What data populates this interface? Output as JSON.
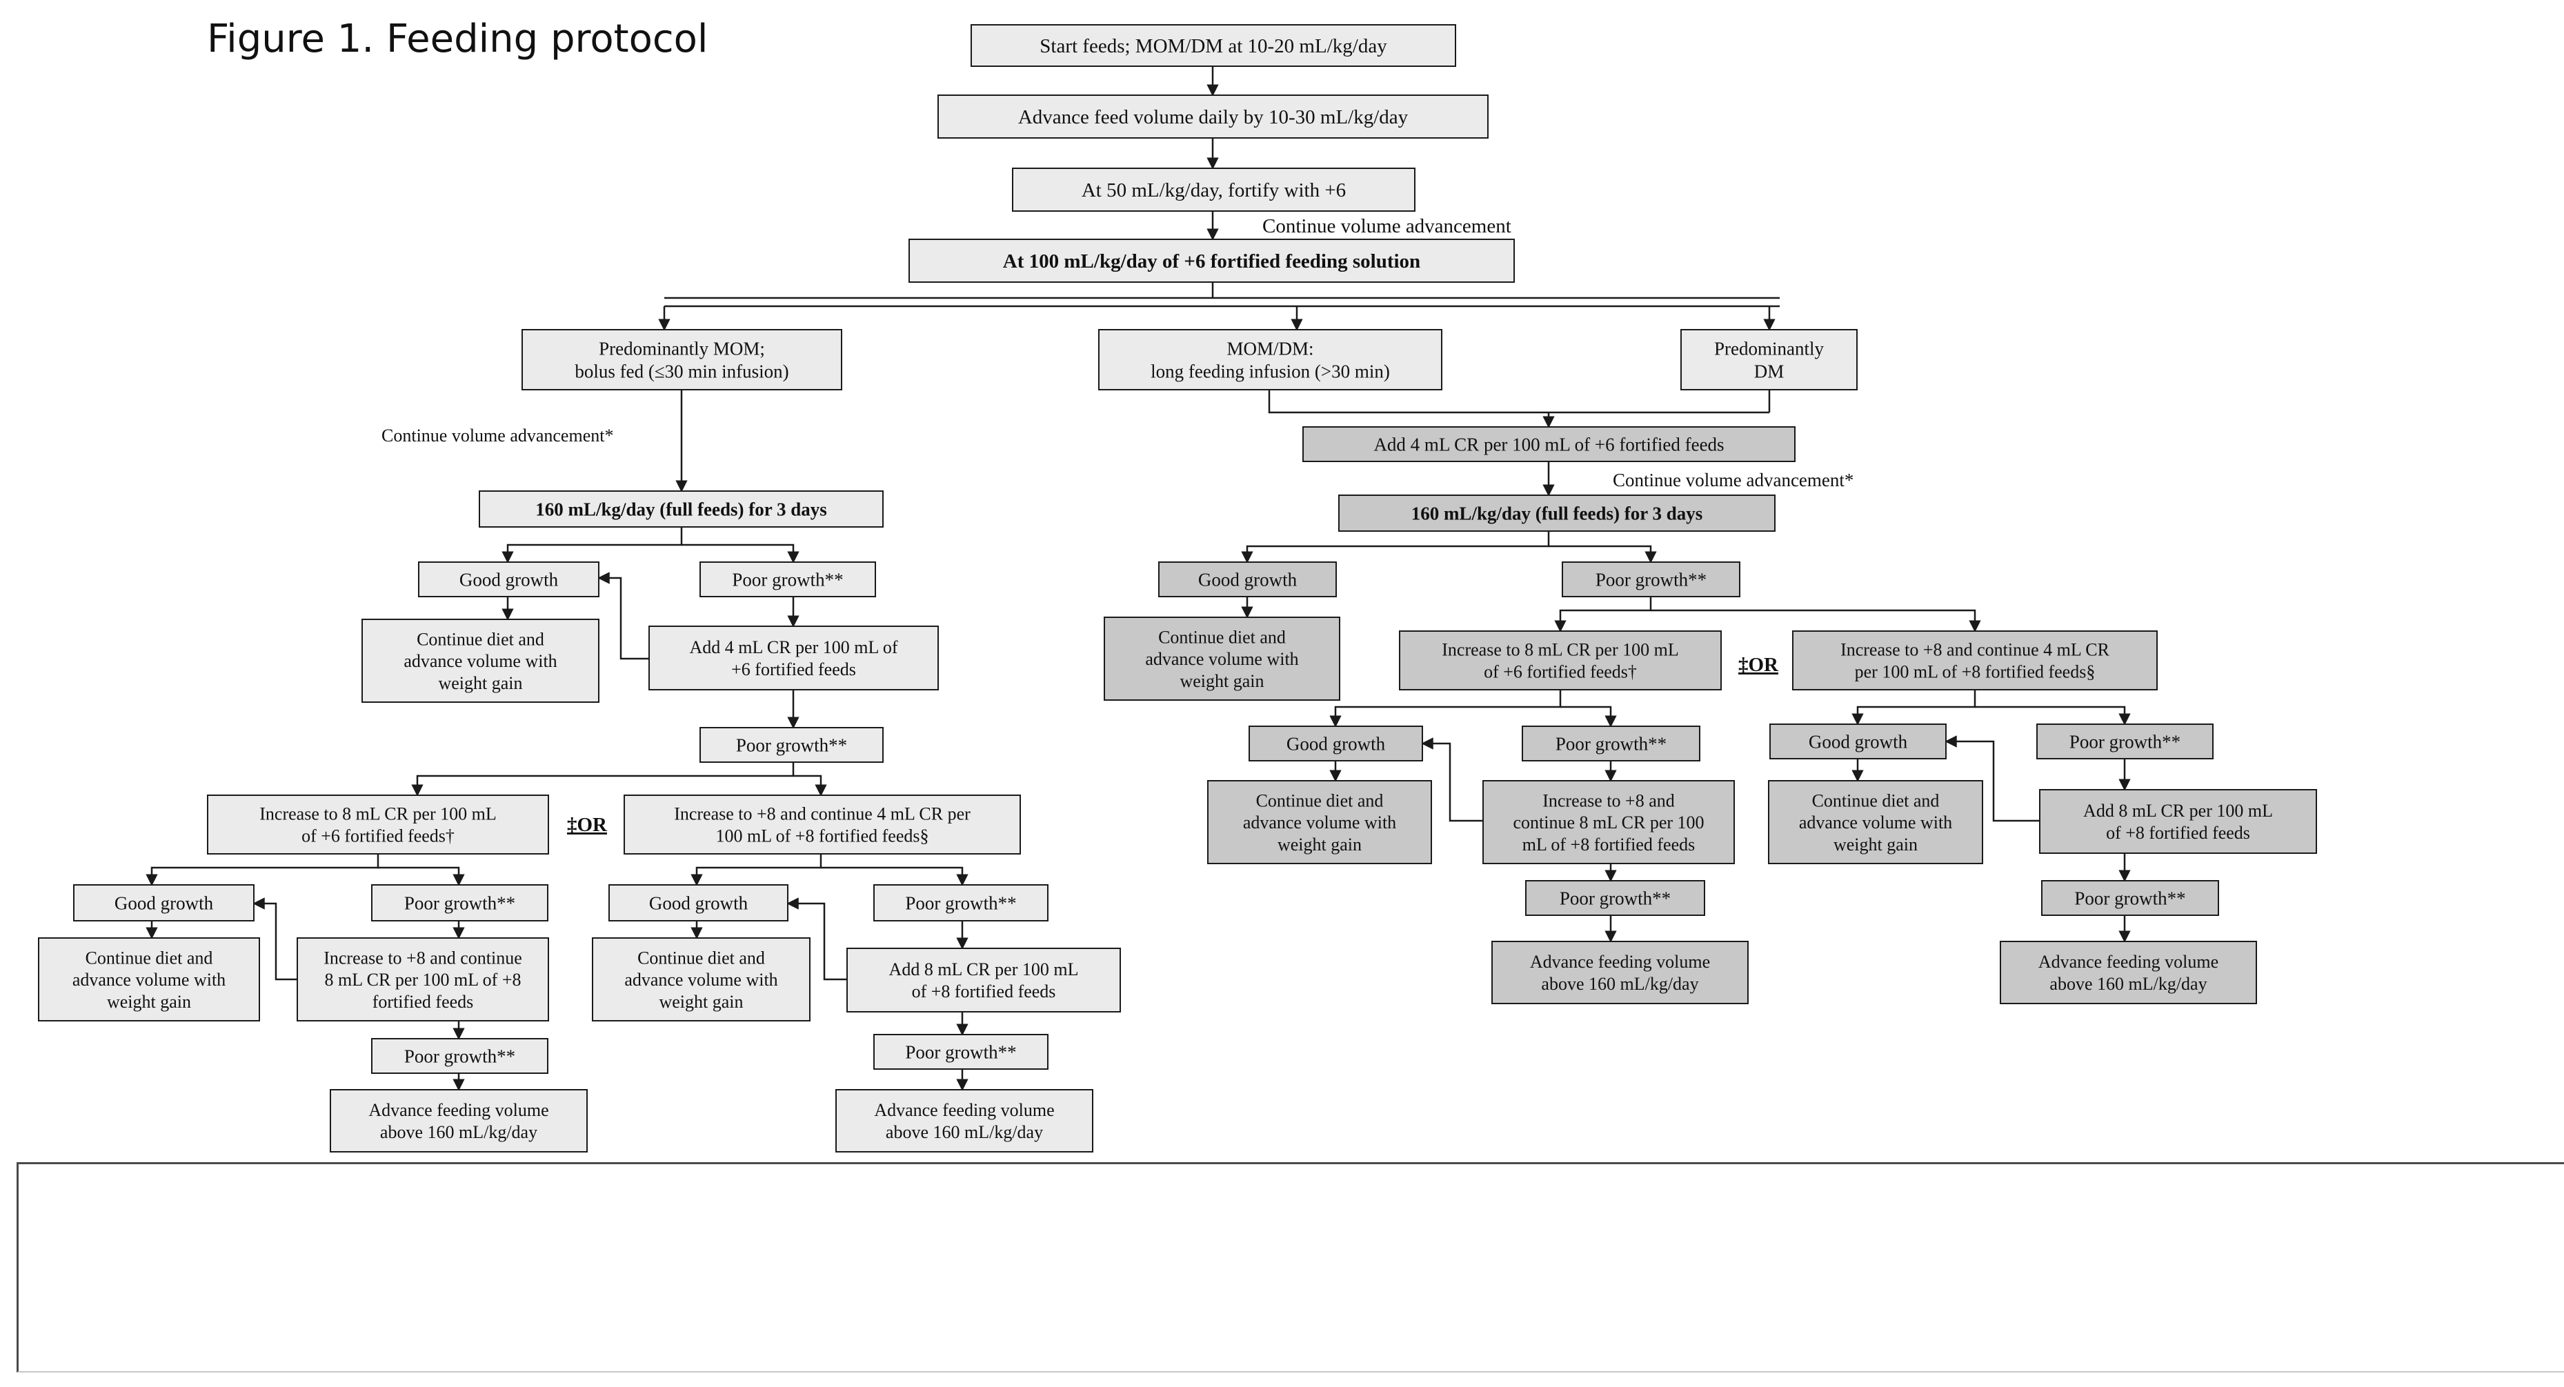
{
  "figure_title": "Figure 1. Feeding protocol",
  "nodes": {
    "start": [
      "Start feeds; MOM/DM at 10-20 mL/kg/day"
    ],
    "advance": [
      "Advance feed volume daily by 10-30 mL/kg/day"
    ],
    "fortify6": [
      "At 50 mL/kg/day, fortify with +6"
    ],
    "at100": [
      "At 100 mL/kg/day of +6 fortified feeding solution"
    ],
    "pred_mom": [
      "Predominantly MOM;",
      "bolus fed (≤30 min infusion)"
    ],
    "mom_dm_long": [
      "MOM/DM:",
      "long feeding infusion (>30 min)"
    ],
    "pred_dm": [
      "Predominantly",
      "DM"
    ],
    "add4_right": [
      "Add 4 mL CR per 100 mL of +6 fortified feeds"
    ],
    "full_left": [
      "160 mL/kg/day (full feeds) for 3 days"
    ],
    "full_right": [
      "160 mL/kg/day (full feeds) for 3 days"
    ],
    "l_good1": [
      "Good growth"
    ],
    "l_poor1": [
      "Poor growth**"
    ],
    "l_cont1": [
      "Continue diet and",
      "advance volume with",
      "weight gain"
    ],
    "l_add4": [
      "Add 4 mL CR per 100 mL of",
      "+6 fortified feeds"
    ],
    "l_poor2": [
      "Poor growth**"
    ],
    "l_inc8cr": [
      "Increase to 8 mL CR per 100 mL",
      "of +6 fortified feeds†"
    ],
    "l_inc8fort": [
      "Increase to +8 and continue 4 mL CR per",
      "100 mL of +8 fortified feeds§"
    ],
    "l_good2": [
      "Good growth"
    ],
    "l_poor3": [
      "Poor growth**"
    ],
    "l_good3": [
      "Good growth"
    ],
    "l_poor4": [
      "Poor growth**"
    ],
    "l_cont2": [
      "Continue diet and",
      "advance volume with",
      "weight gain"
    ],
    "l_inc8cont8": [
      "Increase to +8 and continue",
      "8 mL CR per 100 mL of +8",
      "fortified feeds"
    ],
    "l_cont3": [
      "Continue diet and",
      "advance volume with",
      "weight gain"
    ],
    "l_add8": [
      "Add 8 mL CR per 100 mL",
      "of +8 fortified feeds"
    ],
    "l_poor5": [
      "Poor growth**"
    ],
    "l_poor6": [
      "Poor growth**"
    ],
    "l_adv1": [
      "Advance feeding volume",
      "above 160 mL/kg/day"
    ],
    "l_adv2": [
      "Advance feeding volume",
      "above 160 mL/kg/day"
    ],
    "r_good1": [
      "Good growth"
    ],
    "r_poor1": [
      "Poor growth**"
    ],
    "r_cont1": [
      "Continue diet and",
      "advance volume with",
      "weight gain"
    ],
    "r_inc8cr": [
      "Increase to 8 mL CR per 100 mL",
      "of +6 fortified feeds†"
    ],
    "r_inc8fort": [
      "Increase to +8 and continue 4 mL CR",
      "per 100 mL of +8 fortified feeds§"
    ],
    "r_good2": [
      "Good growth"
    ],
    "r_poor2": [
      "Poor growth**"
    ],
    "r_good3": [
      "Good growth"
    ],
    "r_poor3": [
      "Poor growth**"
    ],
    "r_cont2": [
      "Continue diet and",
      "advance volume with",
      "weight gain"
    ],
    "r_inc8cont8": [
      "Increase to +8 and",
      "continue 8 mL CR per 100",
      "mL of +8 fortified feeds"
    ],
    "r_cont3": [
      "Continue diet and",
      "advance volume with",
      "weight gain"
    ],
    "r_add8": [
      "Add 8 mL CR per 100 mL",
      "of +8 fortified feeds"
    ],
    "r_poor4": [
      "Poor growth**"
    ],
    "r_poor5": [
      "Poor growth**"
    ],
    "r_adv1": [
      "Advance feeding volume",
      "above 160 mL/kg/day"
    ],
    "r_adv2": [
      "Advance feeding volume",
      "above 160 mL/kg/day"
    ]
  },
  "annotations": {
    "continue_top": "Continue volume advancement",
    "continue_left": "Continue volume advancement*",
    "continue_right": "Continue volume advancement*",
    "or_left": "‡OR",
    "or_right": "‡OR"
  },
  "colors": {
    "box_light": "#ebebeb",
    "box_dark": "#c8c8c8",
    "line": "#1a1a1a",
    "text": "#111111"
  }
}
